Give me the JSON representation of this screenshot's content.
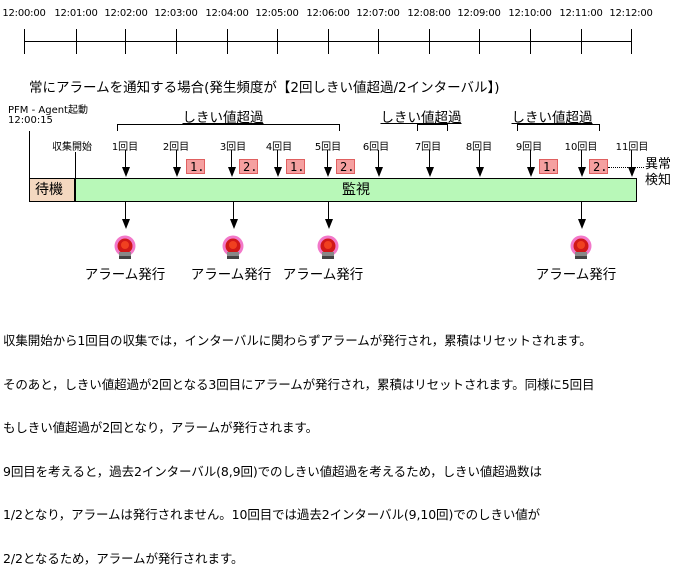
{
  "timeline": {
    "ticks": [
      "12:00:00",
      "12:01:00",
      "12:02:00",
      "12:03:00",
      "12:04:00",
      "12:05:00",
      "12:06:00",
      "12:07:00",
      "12:08:00",
      "12:09:00",
      "12:10:00",
      "12:11:00",
      "12:12:00"
    ]
  },
  "heading": "常にアラームを通知する場合(発生頻度が【2回しきい値超過/2インターバル】)",
  "agent_start": {
    "label": "PFM - Agent起動",
    "time": "12:00:15"
  },
  "collection_start": "収集開始",
  "threshold_groups": [
    {
      "label": "しきい値超過"
    },
    {
      "label": "しきい値超過"
    },
    {
      "label": "しきい値超過"
    }
  ],
  "collections": [
    {
      "label": "1回目"
    },
    {
      "label": "2回目"
    },
    {
      "label": "3回目"
    },
    {
      "label": "4回目"
    },
    {
      "label": "5回目"
    },
    {
      "label": "6回目"
    },
    {
      "label": "7回目"
    },
    {
      "label": "8回目"
    },
    {
      "label": "9回目"
    },
    {
      "label": "10回目"
    },
    {
      "label": "11回目"
    }
  ],
  "counters": [
    "1.",
    "2.",
    "1.",
    "2.",
    "1.",
    "2."
  ],
  "states": {
    "wait": "待機",
    "monitor": "監視"
  },
  "anomaly_detection": {
    "line1": "異常",
    "line2": "検知"
  },
  "alarms": [
    {
      "label": "アラーム発行"
    },
    {
      "label": "アラーム発行"
    },
    {
      "label": "アラーム発行"
    },
    {
      "label": "アラーム発行"
    }
  ],
  "description": [
    "収集開始から1回目の収集では，インターバルに関わらずアラームが発行され，累積はリセットされます。",
    "そのあと，しきい値超過が2回となる3回目にアラームが発行され，累積はリセットされます。同様に5回目",
    "もしきい値超過が2回となり，アラームが発行されます。",
    "9回目を考えると，過去2インターバル(8,9回)でのしきい値超過を考えるため，しきい値超過数は",
    "1/2となり，アラームは発行されません。10回目では過去2インターバル(9,10回)でのしきい値が",
    "2/2となるため，アラームが発行されます。"
  ],
  "colors": {
    "wait_state": "#f4d8c0",
    "monitor_state": "#b8f8b8",
    "counter_badge": "#f5a0a0",
    "alarm_lamp": "#e02020"
  }
}
